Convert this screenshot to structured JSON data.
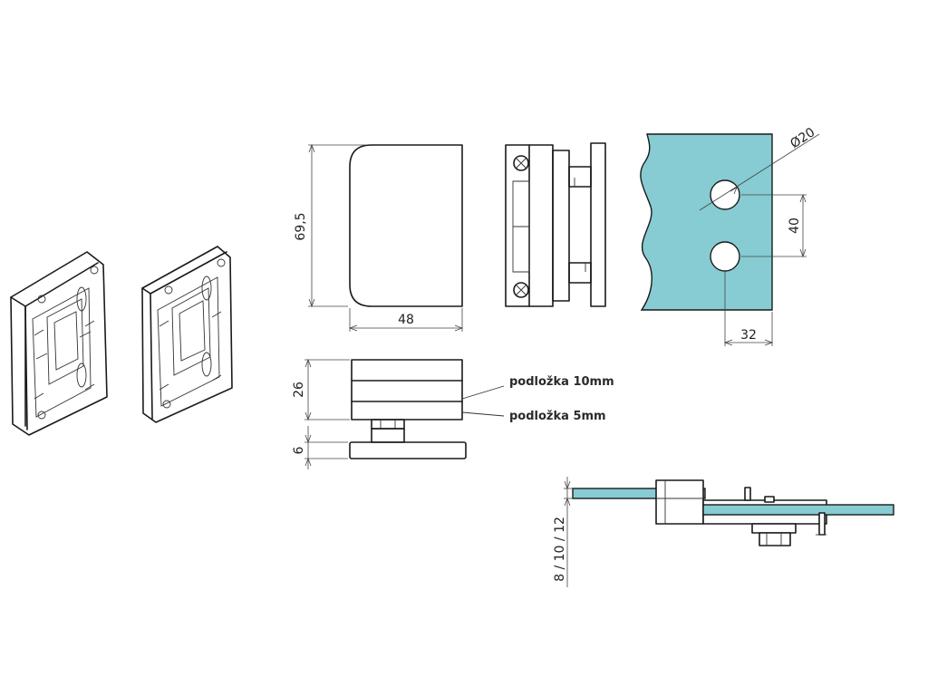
{
  "colors": {
    "glass": "#86ccd2",
    "line": "#1a1a1a",
    "background": "#ffffff"
  },
  "dimensions": {
    "height": "69,5",
    "width": "48",
    "hole_diameter": "Ø20",
    "hole_spacing": "40",
    "hole_offset": "32",
    "body_thickness": "26",
    "pad_thickness": "6",
    "glass_thickness": "8 / 10 / 12"
  },
  "labels": {
    "spacer_10": "podložka 10mm",
    "spacer_5": "podložka 5mm"
  },
  "icons": [
    "screw-icon",
    "screw-icon"
  ]
}
